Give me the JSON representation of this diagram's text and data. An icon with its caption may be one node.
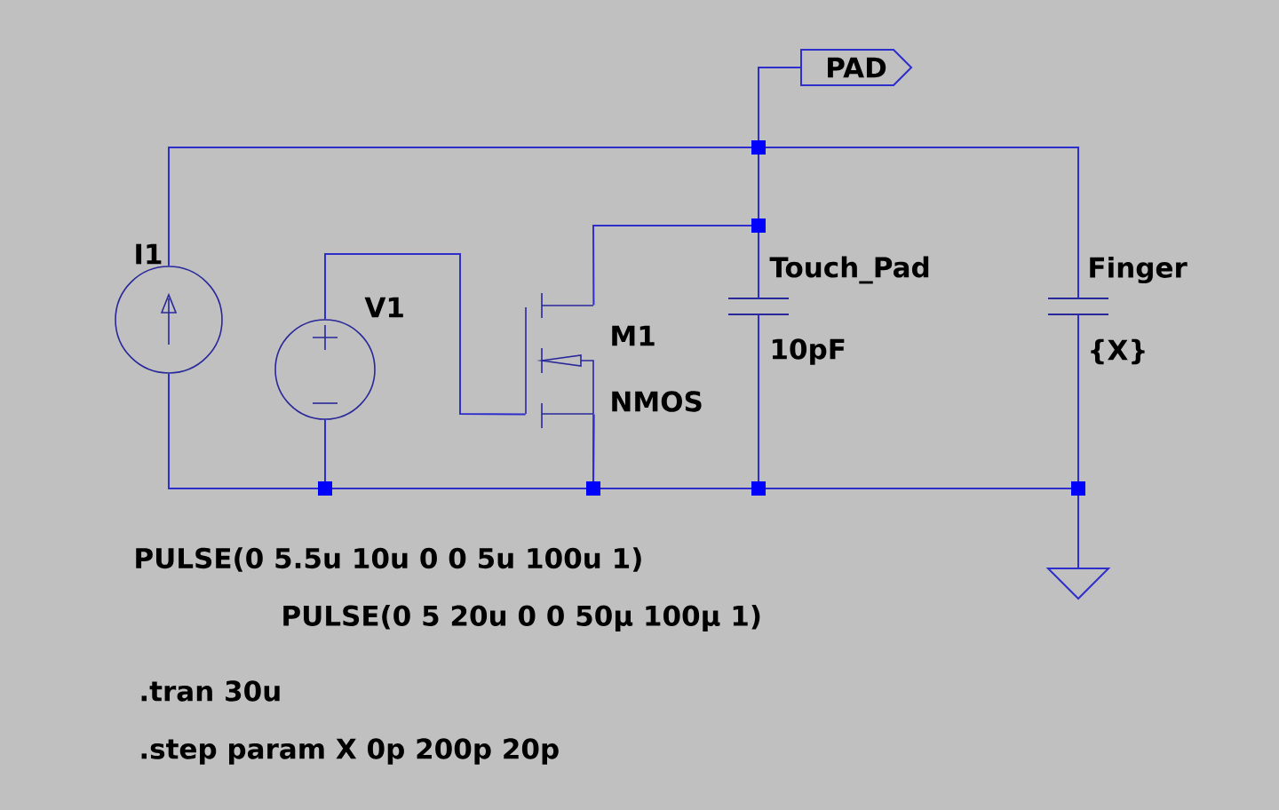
{
  "diagram": {
    "nodes": [
      {
        "text": [
          "PAD"
        ]
      },
      {
        "text": [
          "I1"
        ]
      },
      {
        "text": [
          "V1"
        ]
      },
      {
        "text": [
          "M1",
          "NMOS"
        ]
      },
      {
        "text": [
          "Touch_Pad",
          "10pF"
        ]
      },
      {
        "text": [
          "Finger",
          "{X}"
        ]
      },
      {
        "text": [],
        "shape": "ground"
      }
    ],
    "edges": [
      {
        "from": 1,
        "to": 4,
        "arrow": "none"
      },
      {
        "from": 4,
        "to": 5,
        "arrow": "none"
      },
      {
        "from": 0,
        "to": 4,
        "arrow": "none"
      },
      {
        "from": 3,
        "to": 4,
        "arrow": "none"
      },
      {
        "from": 2,
        "to": 3,
        "arrow": "none"
      },
      {
        "from": 1,
        "to": 2,
        "arrow": "none"
      },
      {
        "from": 2,
        "to": 3,
        "arrow": "none"
      },
      {
        "from": 3,
        "to": 4,
        "arrow": "none"
      },
      {
        "from": 4,
        "to": 5,
        "arrow": "none"
      },
      {
        "from": 5,
        "to": 6,
        "arrow": "none"
      }
    ],
    "labels": [
      "PULSE(0 5.5u 10u 0 0 5u 100u 1)",
      "PULSE(0 5 20u 0 0 50µ 100µ 1)",
      ".tran 30u",
      ".step param X 0p 200p 20p"
    ]
  }
}
